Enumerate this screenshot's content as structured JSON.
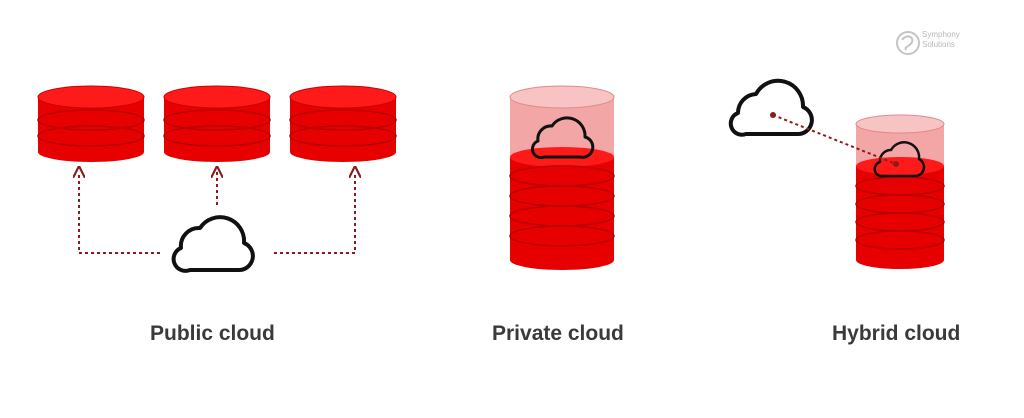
{
  "colors": {
    "red": "#e60000",
    "red_dark": "#b80000",
    "red_light": "#f2a6a6",
    "arrow": "#8c1c1c",
    "outline": "#111111",
    "caption": "#3a3a3a",
    "logo": "#b9b9b9"
  },
  "brand": {
    "line1": "Symphony",
    "line2": "Solutions"
  },
  "diagrams": [
    {
      "id": "public",
      "label": "Public cloud",
      "storage_units": 3,
      "icon": "cloud-icon"
    },
    {
      "id": "private",
      "label": "Private cloud",
      "storage_units": 1,
      "icon": "cloud-icon"
    },
    {
      "id": "hybrid",
      "label": "Hybrid cloud",
      "storage_units": 1,
      "icon": "cloud-icon"
    }
  ]
}
